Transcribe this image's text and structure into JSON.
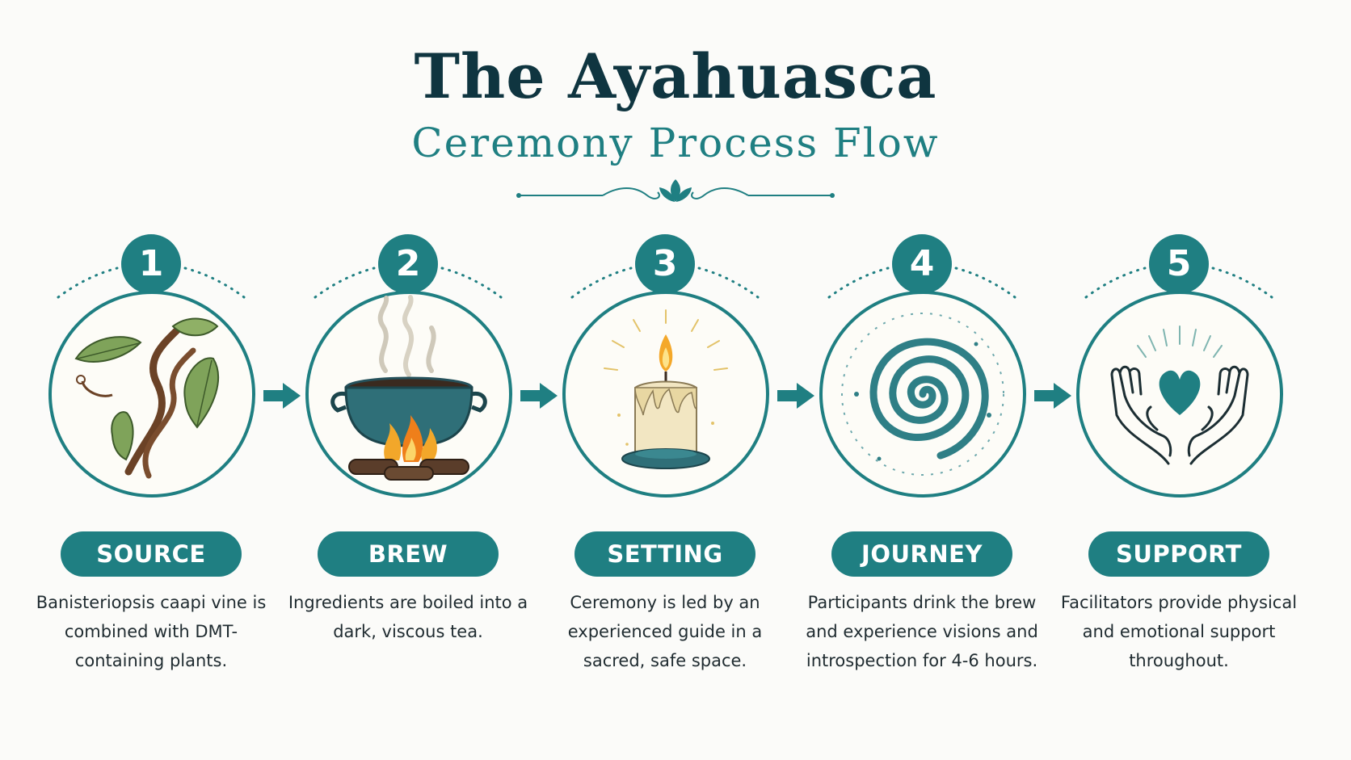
{
  "title": "The Ayahuasca",
  "subtitle": "Ceremony Process Flow",
  "colors": {
    "teal": "#1f7f82",
    "navy": "#0f3540",
    "background": "#fbfbf9"
  },
  "steps": [
    {
      "number": "1",
      "label": "SOURCE",
      "description": "Banisteriopsis caapi vine is combined with DMT-containing plants.",
      "icon": "vine-leaves-icon"
    },
    {
      "number": "2",
      "label": "BREW",
      "description": "Ingredients are boiled into a dark, viscous tea.",
      "icon": "cooking-pot-fire-icon"
    },
    {
      "number": "3",
      "label": "SETTING",
      "description": "Ceremony is led by an experienced guide in a sacred, safe space.",
      "icon": "candle-icon"
    },
    {
      "number": "4",
      "label": "JOURNEY",
      "description": "Participants drink the brew and experience visions and introspection for 4-6 hours.",
      "icon": "spiral-icon"
    },
    {
      "number": "5",
      "label": "SUPPORT",
      "description": "Facilitators provide physical and emotional support throughout.",
      "icon": "hands-heart-icon"
    }
  ]
}
